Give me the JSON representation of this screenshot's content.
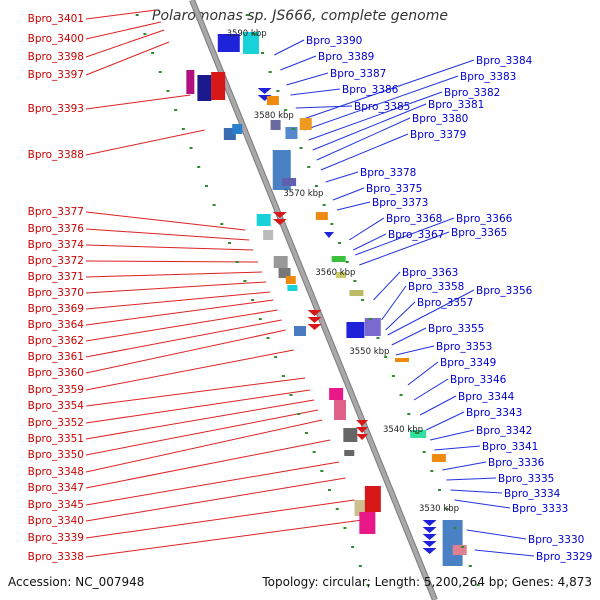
{
  "title": "Polaromonas sp. JS666, complete genome",
  "accession": "Accession: NC_007948",
  "summary": "Topology: circular; Length: 5,200,264 bp; Genes: 4,873",
  "colors": {
    "left_label": "#cc0000",
    "right_label": "#0000cc",
    "backbone": "#a8a8a8",
    "backbone_edge": "#7a7a7a",
    "tick": "#2e8b2e",
    "callout_left": "#dd2222",
    "callout_right": "#2233dd"
  },
  "kbp_marks": [
    "3590 kbp",
    "3580 kbp",
    "3570 kbp",
    "3560 kbp",
    "3550 kbp",
    "3540 kbp",
    "3530 kbp"
  ],
  "left_labels": [
    "Bpro_3401",
    "Bpro_3400",
    "Bpro_3398",
    "Bpro_3397",
    "Bpro_3393",
    "Bpro_3388",
    "Bpro_3377",
    "Bpro_3376",
    "Bpro_3374",
    "Bpro_3372",
    "Bpro_3371",
    "Bpro_3370",
    "Bpro_3369",
    "Bpro_3364",
    "Bpro_3362",
    "Bpro_3361",
    "Bpro_3360",
    "Bpro_3359",
    "Bpro_3354",
    "Bpro_3352",
    "Bpro_3351",
    "Bpro_3350",
    "Bpro_3348",
    "Bpro_3347",
    "Bpro_3345",
    "Bpro_3340",
    "Bpro_3339",
    "Bpro_3338"
  ],
  "right_labels": [
    "Bpro_3390",
    "Bpro_3389",
    "Bpro_3387",
    "Bpro_3386",
    "Bpro_3385",
    "Bpro_3384",
    "Bpro_3383",
    "Bpro_3382",
    "Bpro_3381",
    "Bpro_3380",
    "Bpro_3379",
    "Bpro_3378",
    "Bpro_3375",
    "Bpro_3373",
    "Bpro_3368",
    "Bpro_3367",
    "Bpro_3366",
    "Bpro_3365",
    "Bpro_3363",
    "Bpro_3358",
    "Bpro_3357",
    "Bpro_3356",
    "Bpro_3355",
    "Bpro_3353",
    "Bpro_3349",
    "Bpro_3346",
    "Bpro_3344",
    "Bpro_3343",
    "Bpro_3342",
    "Bpro_3341",
    "Bpro_3336",
    "Bpro_3335",
    "Bpro_3334",
    "Bpro_3333",
    "Bpro_3330",
    "Bpro_3329"
  ]
}
